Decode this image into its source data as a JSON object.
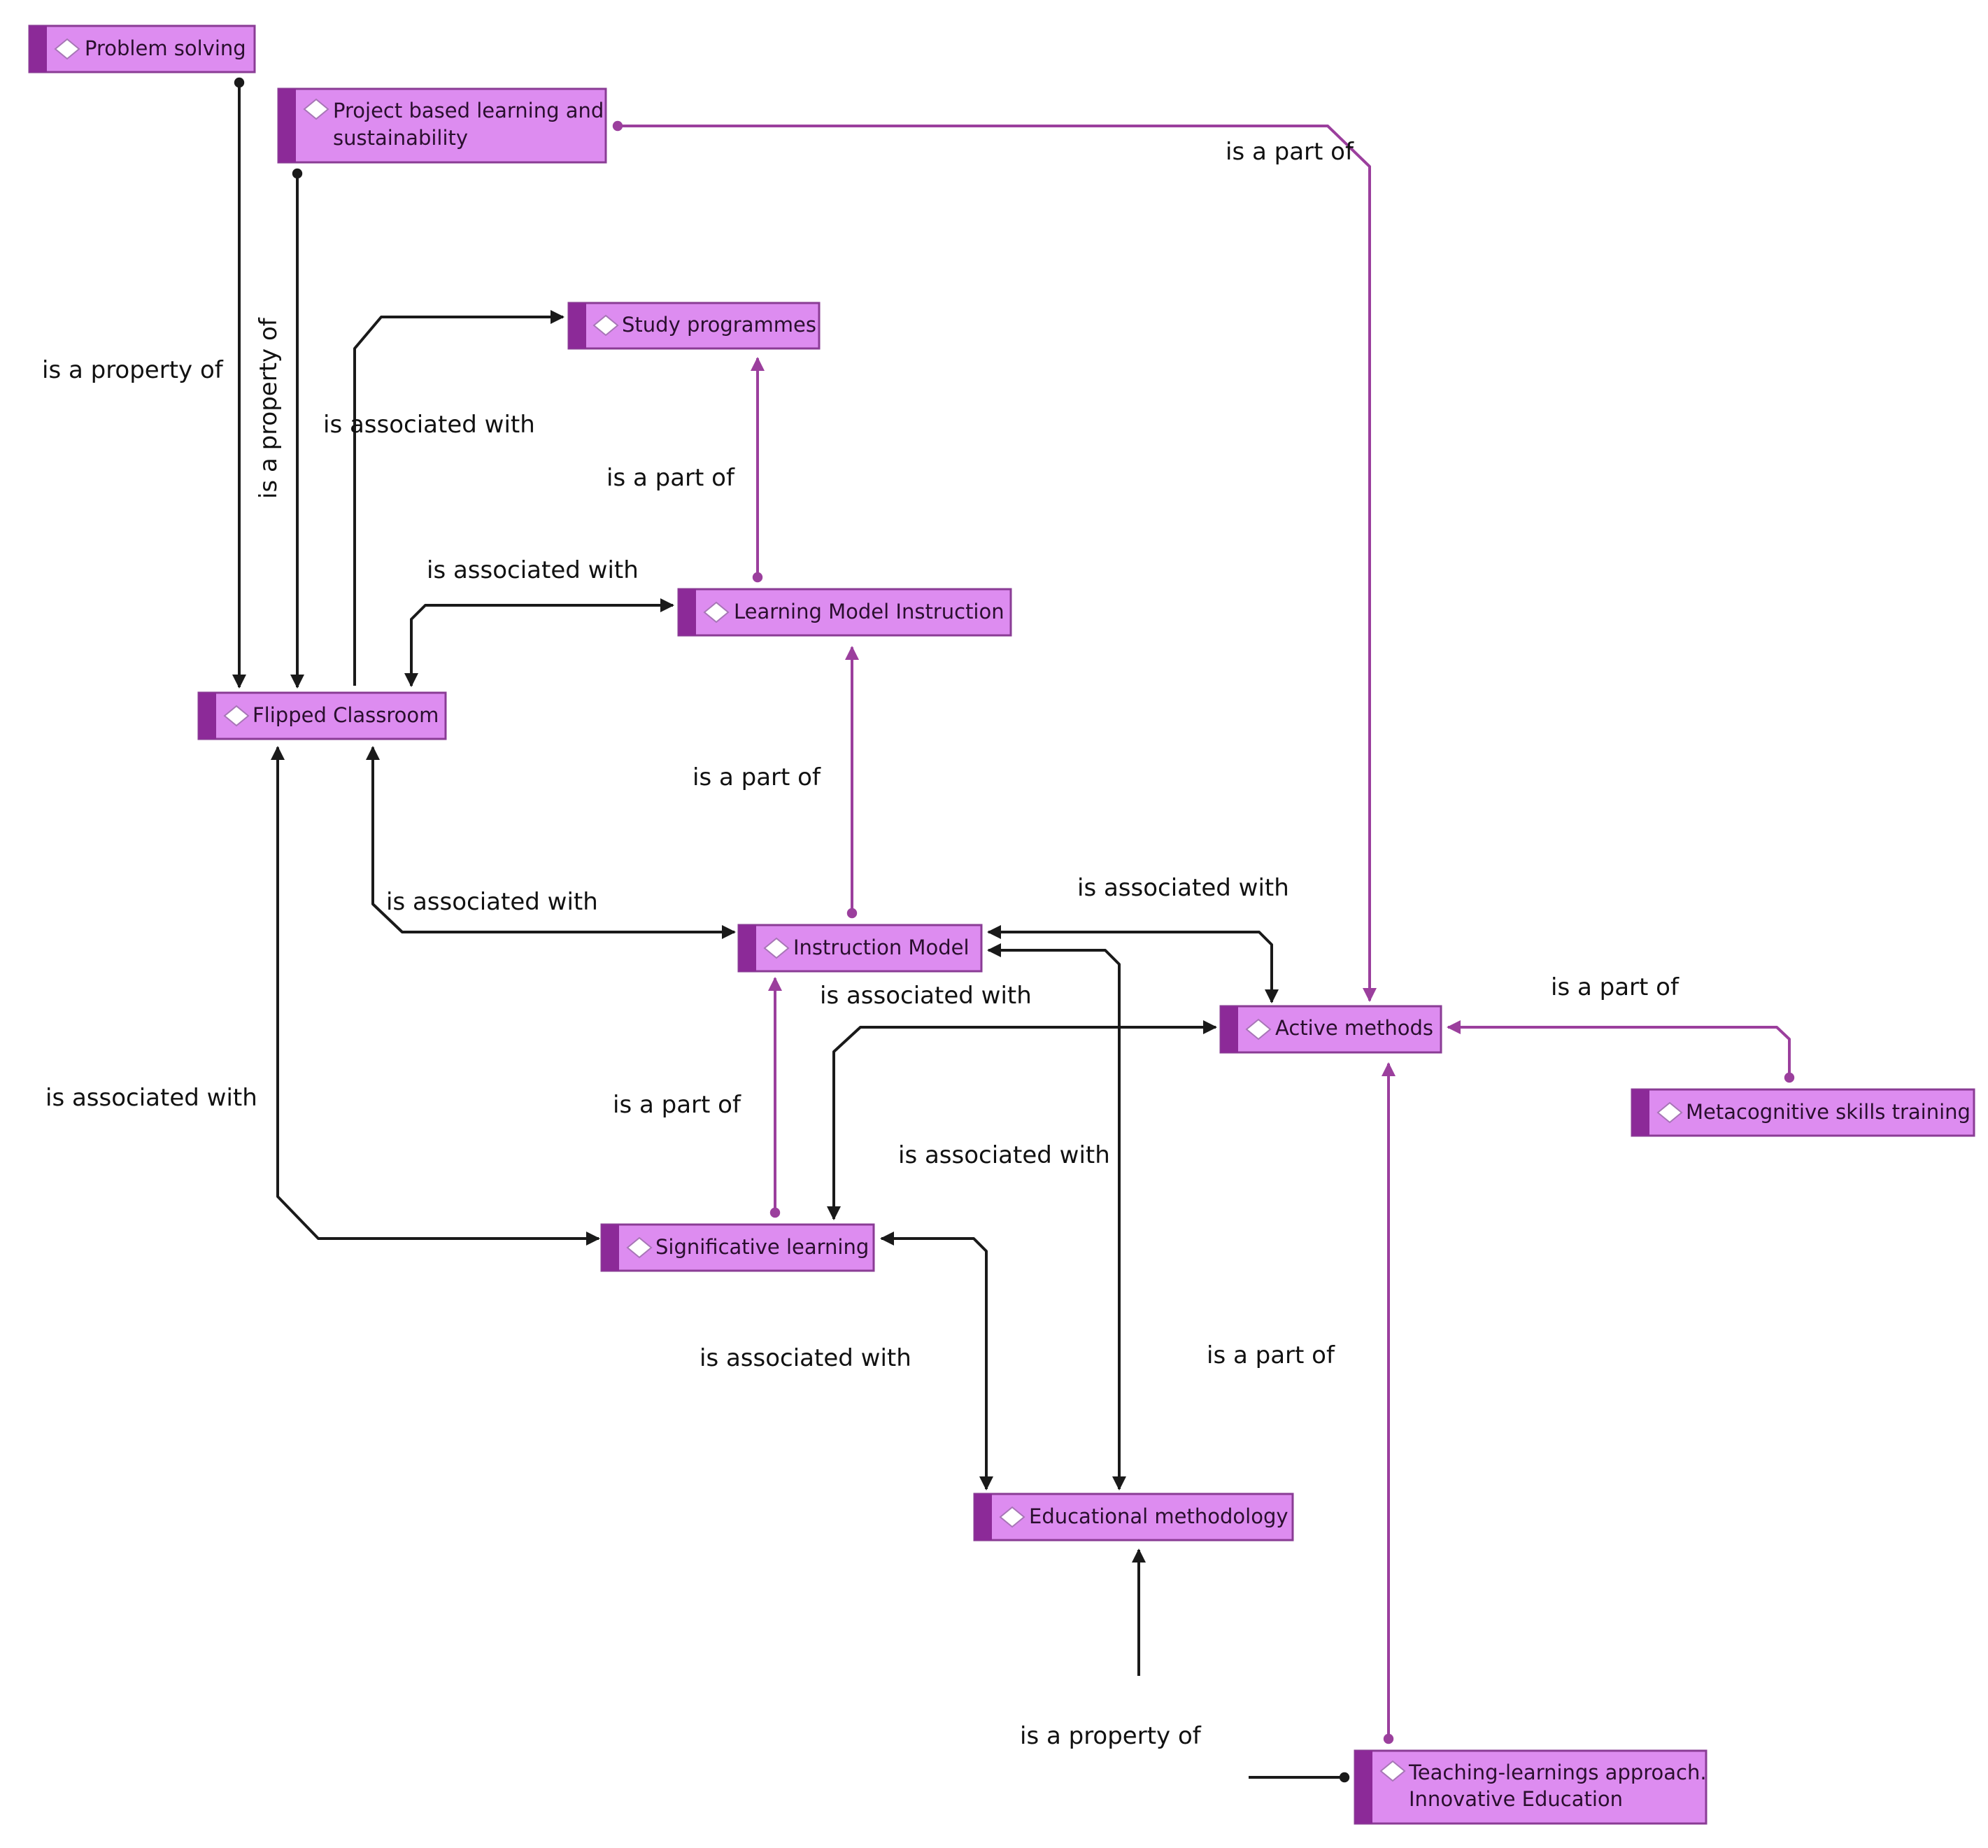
{
  "nodes": {
    "problem_solving": [
      "Problem solving"
    ],
    "project_based": [
      "Project based learning and",
      "sustainability"
    ],
    "study_programmes": [
      "Study programmes"
    ],
    "learning_model": [
      "Learning Model Instruction"
    ],
    "flipped": [
      "Flipped Classroom"
    ],
    "instruction_model": [
      "Instruction Model"
    ],
    "active_methods": [
      "Active methods"
    ],
    "metacognitive": [
      "Metacognitive skills training"
    ],
    "significative": [
      "Significative learning"
    ],
    "educational": [
      "Educational methodology"
    ],
    "teaching": [
      "Teaching-learnings approach.",
      "Innovative Education"
    ]
  },
  "edge_labels": {
    "is_a_property_of": "is a property of",
    "is_associated_with": "is associated with",
    "is_a_part_of": "is a part of"
  },
  "colors": {
    "node_fill": "#dd8cf0",
    "node_bar": "#8c2a98",
    "node_border": "#8a3c95",
    "edge_purple": "#9b3f9d",
    "edge_dark": "#1a1a1a"
  }
}
